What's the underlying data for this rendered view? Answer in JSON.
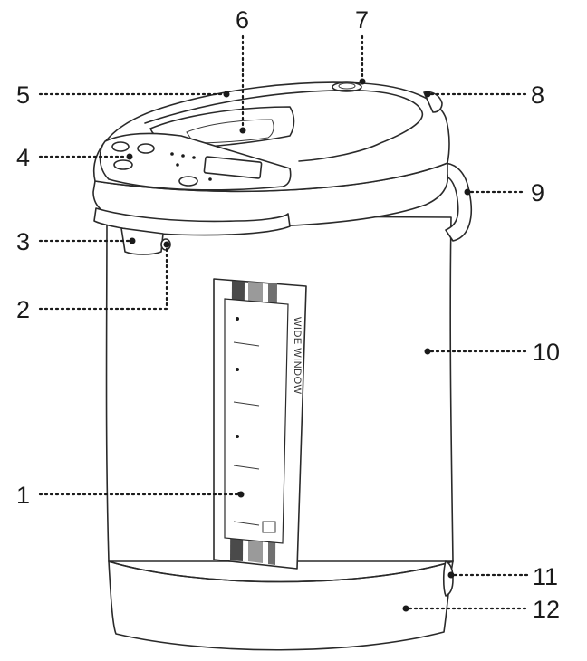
{
  "diagram": {
    "window_label": "WIDE WINDOW",
    "callouts": [
      {
        "number": "1"
      },
      {
        "number": "2"
      },
      {
        "number": "3"
      },
      {
        "number": "4"
      },
      {
        "number": "5"
      },
      {
        "number": "6"
      },
      {
        "number": "7"
      },
      {
        "number": "8"
      },
      {
        "number": "9"
      },
      {
        "number": "10"
      },
      {
        "number": "11"
      },
      {
        "number": "12"
      }
    ]
  }
}
